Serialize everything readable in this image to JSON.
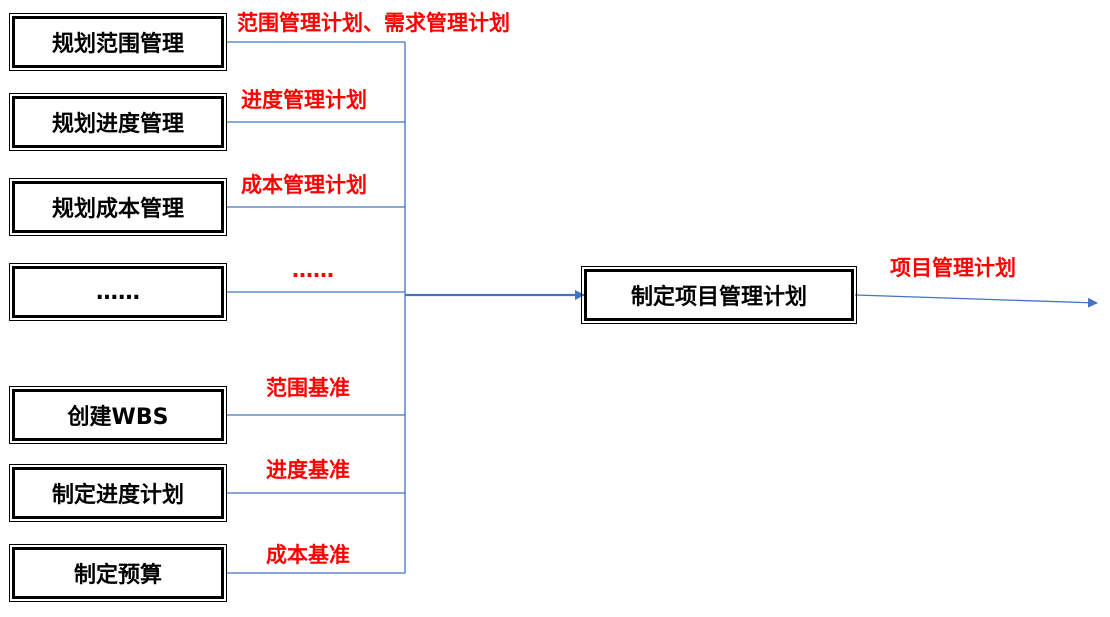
{
  "inputs": [
    {
      "box": "规划范围管理",
      "label": "范围管理计划、需求管理计划"
    },
    {
      "box": "规划进度管理",
      "label": "进度管理计划"
    },
    {
      "box": "规划成本管理",
      "label": "成本管理计划"
    },
    {
      "box": "……",
      "label": "……"
    },
    {
      "box": "创建WBS",
      "label": "范围基准"
    },
    {
      "box": "制定进度计划",
      "label": "进度基准"
    },
    {
      "box": "制定预算",
      "label": "成本基准"
    }
  ],
  "target": {
    "box": "制定项目管理计划"
  },
  "output": {
    "label": "项目管理计划"
  },
  "colors": {
    "label": "#ff0000",
    "line": "#4472c4",
    "box_border": "#000000"
  }
}
